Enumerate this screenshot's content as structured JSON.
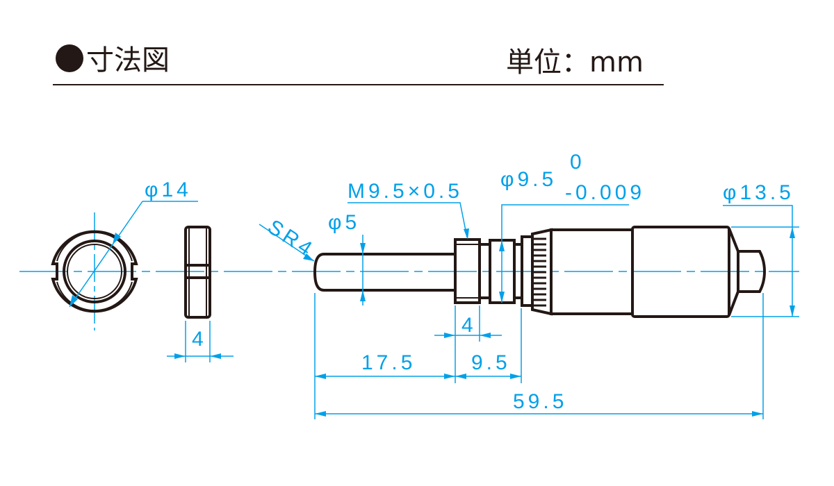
{
  "header": {
    "title": "寸法図",
    "unit": "単位：mm"
  },
  "colors": {
    "dimension": "#00a0e9",
    "outline": "#231815"
  },
  "dimensions": {
    "nut_diameter": "φ14",
    "nut_width": "4",
    "sphere_radius": "SR4",
    "spindle_diameter": "φ5",
    "thread": "M9.5×0.5",
    "mount_diameter": "φ9.5",
    "mount_tol_upper": "0",
    "mount_tol_lower": "-0.009",
    "thimble_diameter": "φ13.5",
    "thread_width": "4",
    "mount_length": "9.5",
    "spindle_length": "17.5",
    "total_length": "59.5"
  }
}
